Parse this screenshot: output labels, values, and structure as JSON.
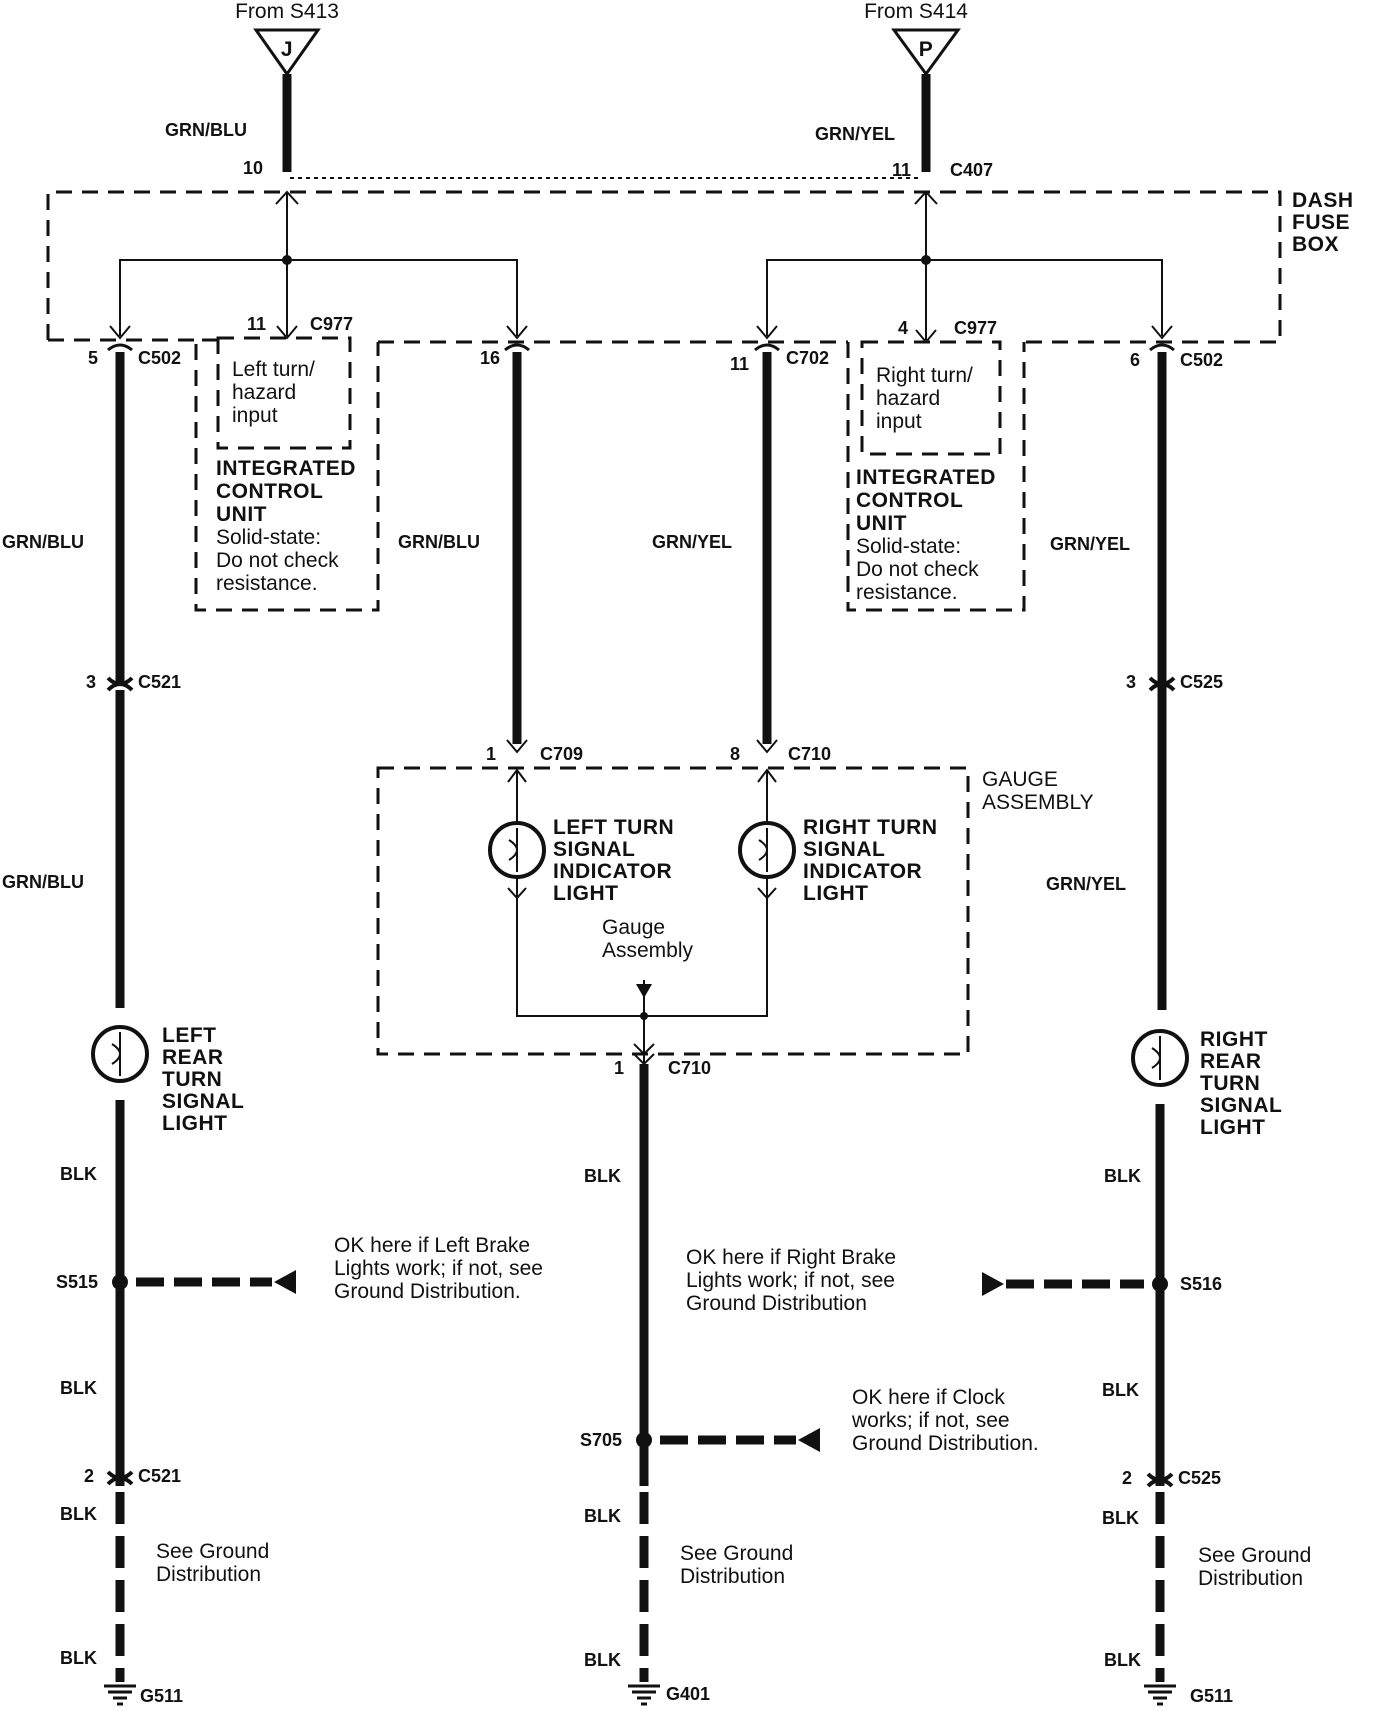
{
  "sources": {
    "left": {
      "from": "From S413",
      "letter": "J"
    },
    "right": {
      "from": "From S414",
      "letter": "P"
    }
  },
  "top_wires": {
    "left": {
      "color": "GRN/BLU",
      "pin": "10"
    },
    "right": {
      "color": "GRN/YEL",
      "pin": "11",
      "connector": "C407"
    }
  },
  "dash_fuse_box": {
    "line1": "DASH",
    "line2": "FUSE",
    "line3": "BOX"
  },
  "control_units": {
    "left": {
      "pin": "11",
      "connector": "C977",
      "input_lines": [
        "Left turn/",
        "hazard",
        "input"
      ],
      "name_lines": [
        "INTEGRATED",
        "CONTROL",
        "UNIT"
      ],
      "note_lines": [
        "Solid-state:",
        "Do not check",
        "resistance."
      ]
    },
    "right": {
      "pin": "4",
      "connector": "C977",
      "input_lines": [
        "Right turn/",
        "hazard",
        "input"
      ],
      "name_lines": [
        "INTEGRATED",
        "CONTROL",
        "UNIT"
      ],
      "note_lines": [
        "Solid-state:",
        "Do not check",
        "resistance."
      ]
    }
  },
  "left_branch": {
    "top_pin": "5",
    "top_connector": "C502",
    "wire_color": "GRN/BLU",
    "mid_pin": "3",
    "mid_connector": "C521",
    "lower_wire_color": "GRN/BLU",
    "light_lines": [
      "LEFT",
      "REAR",
      "TURN",
      "SIGNAL",
      "LIGHT"
    ],
    "blk1": "BLK",
    "splice": "S515",
    "splice_note": [
      "OK here if Left Brake",
      "Lights work; if not, see",
      "Ground Distribution."
    ],
    "blk2": "BLK",
    "bottom_pin": "2",
    "bottom_connector": "C521",
    "blk3": "BLK",
    "ground_note": [
      "See Ground",
      "Distribution"
    ],
    "blk4": "BLK",
    "ground": "G511"
  },
  "center_left": {
    "top_pin": "16",
    "wire_color": "GRN/BLU",
    "bottom_pin": "1",
    "bottom_connector": "C709"
  },
  "center_right": {
    "top_pin": "11",
    "top_connector": "C702",
    "wire_color": "GRN/YEL",
    "bottom_pin": "8",
    "bottom_connector": "C710"
  },
  "gauge": {
    "title": [
      "GAUGE",
      "ASSEMBLY"
    ],
    "left_light": [
      "LEFT TURN",
      "SIGNAL",
      "INDICATOR",
      "LIGHT"
    ],
    "right_light": [
      "RIGHT TURN",
      "SIGNAL",
      "INDICATOR",
      "LIGHT"
    ],
    "inner_label": [
      "Gauge",
      "Assembly"
    ],
    "out_pin": "1",
    "out_connector": "C710"
  },
  "center_ground": {
    "blk1": "BLK",
    "splice": "S705",
    "splice_note": [
      "OK here if Clock",
      "works; if not, see",
      "Ground Distribution."
    ],
    "blk2": "BLK",
    "ground_note": [
      "See Ground",
      "Distribution"
    ],
    "blk3": "BLK",
    "ground": "G401"
  },
  "right_branch": {
    "top_pin": "6",
    "top_connector": "C502",
    "wire_color": "GRN/YEL",
    "mid_pin": "3",
    "mid_connector": "C525",
    "lower_wire_color": "GRN/YEL",
    "light_lines": [
      "RIGHT",
      "REAR",
      "TURN",
      "SIGNAL",
      "LIGHT"
    ],
    "blk1": "BLK",
    "splice": "S516",
    "splice_note": [
      "OK here if Right Brake",
      "Lights work; if not, see",
      "Ground Distribution"
    ],
    "blk2": "BLK",
    "bottom_pin": "2",
    "bottom_connector": "C525",
    "blk3": "BLK",
    "ground_note": [
      "See Ground",
      "Distribution"
    ],
    "blk4": "BLK",
    "ground": "G511"
  }
}
